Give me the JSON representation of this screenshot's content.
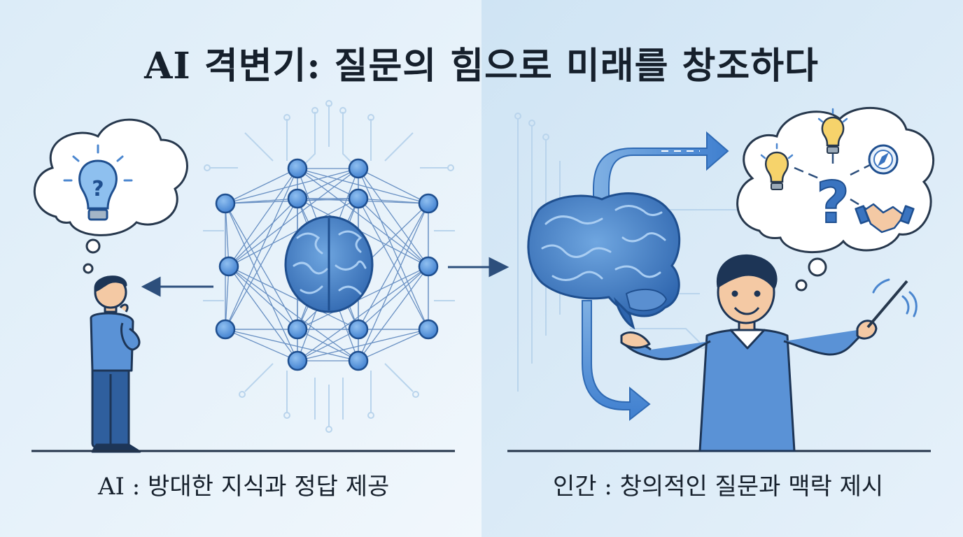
{
  "title": "AI 격변기: 질문의 힘으로 미래를 창조하다",
  "left_panel": {
    "caption": "AI : 방대한 지식과 정답 제공"
  },
  "right_panel": {
    "caption": "인간 : 창의적인 질문과 맥락 제시"
  },
  "colors": {
    "left_bg": "#e8f3fb",
    "right_bg": "#d9ecf8",
    "accent": "#3d7cc9",
    "dark_blue": "#1f4f8f",
    "ink": "#16202c"
  }
}
